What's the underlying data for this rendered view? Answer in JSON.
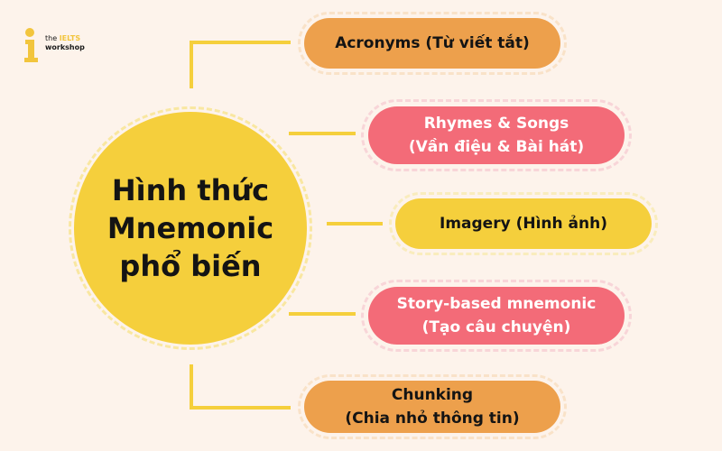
{
  "logo": {
    "line1_prefix": "the",
    "line1_brand": "IELTS",
    "line2": "workshop"
  },
  "center": {
    "title_lines": [
      "Hình thức",
      "Mnemonic",
      "phổ biến"
    ],
    "color": "#f5cf3c"
  },
  "branches": [
    {
      "lines": [
        "Acronyms (Từ viết tắt)"
      ],
      "color": "#eda04c"
    },
    {
      "lines": [
        "Rhymes & Songs",
        "(Vần điệu & Bài hát)"
      ],
      "color": "#f36b78"
    },
    {
      "lines": [
        "Imagery (Hình ảnh)"
      ],
      "color": "#f5cf3c"
    },
    {
      "lines": [
        "Story-based mnemonic",
        "(Tạo câu chuyện)"
      ],
      "color": "#f36b78"
    },
    {
      "lines": [
        "Chunking",
        "(Chia nhỏ thông tin)"
      ],
      "color": "#eda04c"
    }
  ],
  "colors": {
    "background": "#fdf3eb",
    "connector": "#f5cf3c"
  }
}
